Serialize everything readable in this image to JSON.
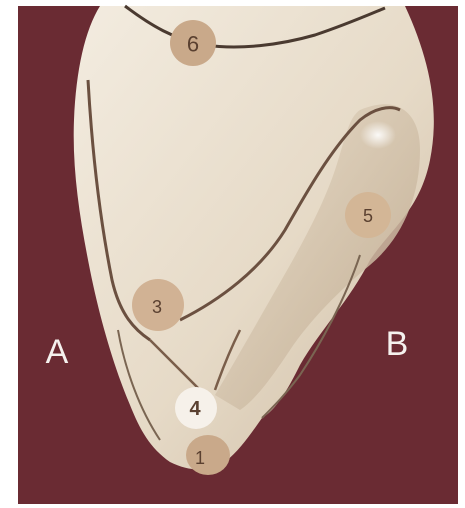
{
  "sides": {
    "left": "A",
    "right": "B"
  },
  "markers": {
    "m1": "1",
    "m3": "3",
    "m4": "4",
    "m5": "5",
    "m6": "6"
  },
  "colors": {
    "background": "#6a2b33",
    "tooth": "#ece2d2",
    "marker_fill": "#c9a98a",
    "marker_highlight": "#f6f1ea",
    "outline": "#4a3a30"
  }
}
